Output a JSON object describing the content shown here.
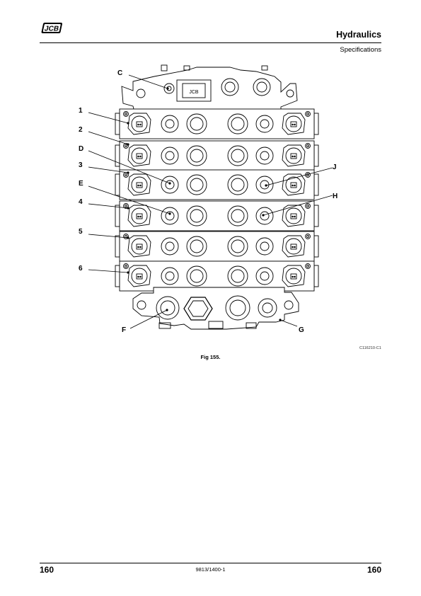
{
  "header": {
    "logo_text": "JCB",
    "section_title": "Hydraulics",
    "subsection": "Specifications"
  },
  "figure": {
    "image_code": "C116210-C1",
    "caption": "Fig 155.",
    "callouts": {
      "c": "C",
      "n1": "1",
      "n2": "2",
      "d": "D",
      "n3": "3",
      "e": "E",
      "n4": "4",
      "n5": "5",
      "n6": "6",
      "j": "J",
      "h": "H",
      "f": "F",
      "g": "G"
    },
    "section_labels": [
      "1",
      "2",
      "3",
      "4",
      "5",
      "6"
    ]
  },
  "footer": {
    "page_left": "160",
    "doc_number": "9813/1400-1",
    "page_right": "160"
  }
}
